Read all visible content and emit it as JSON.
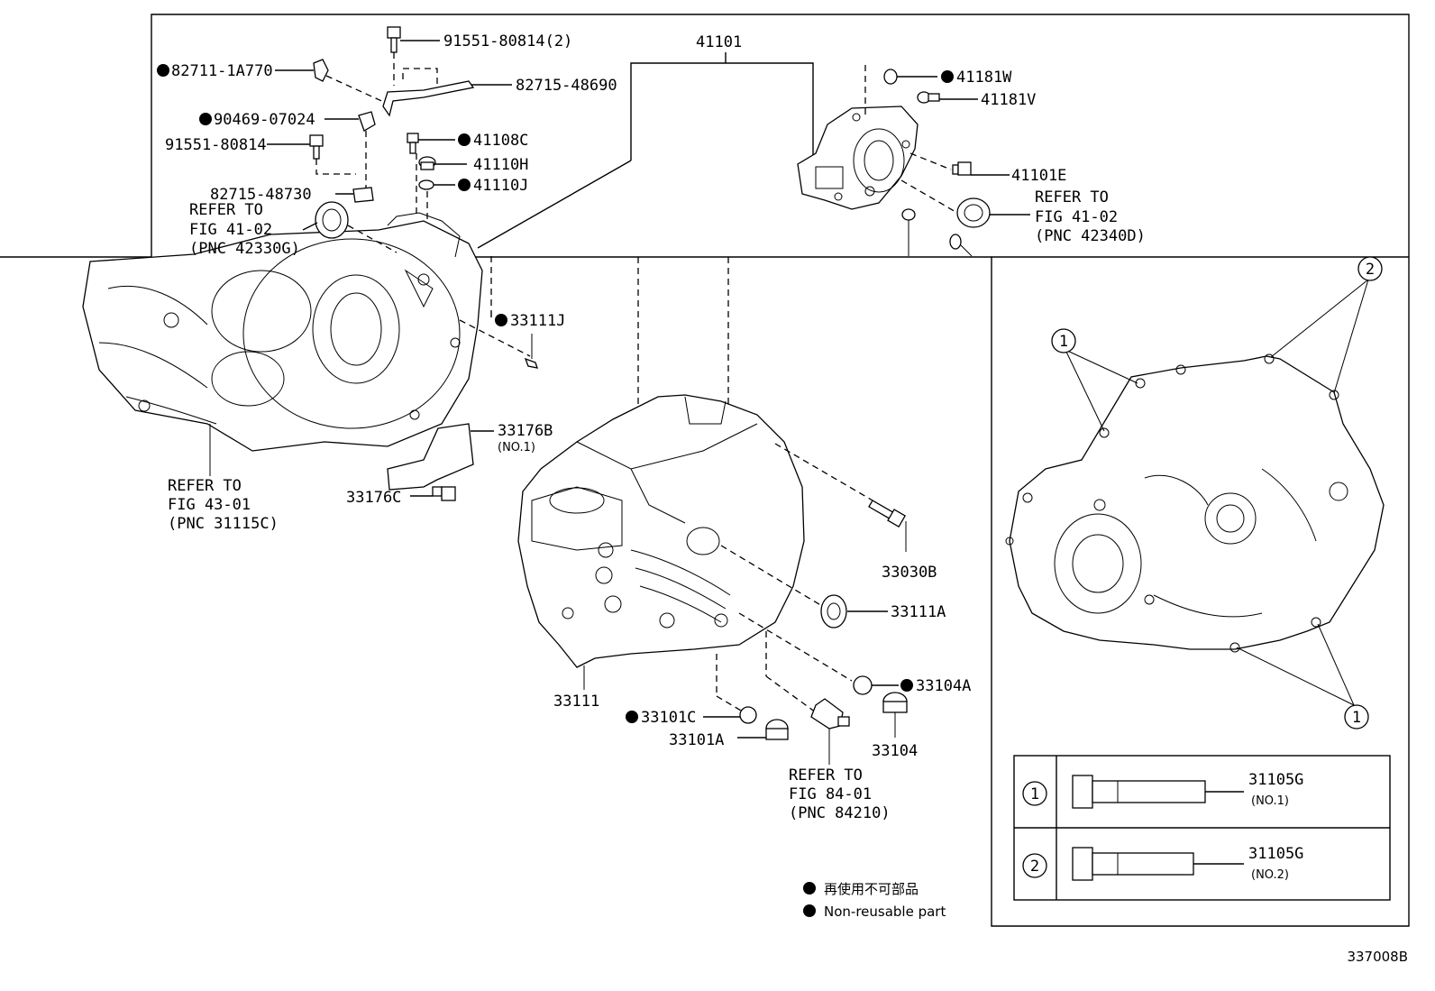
{
  "diagram_id": "337008B",
  "legend": {
    "japanese": "再使用不可部品",
    "english": "Non-reusable part"
  },
  "parts": {
    "p91551_80814_2": "91551-80814(2)",
    "p82711_1A770": "82711-1A770",
    "p82715_48690": "82715-48690",
    "p90469_07024": "90469-07024",
    "p91551_80814": "91551-80814",
    "p41108C": "41108C",
    "p41110H": "41110H",
    "p41110J": "41110J",
    "p82715_48730": "82715-48730",
    "p41101": "41101",
    "p41181W": "41181W",
    "p41181V": "41181V",
    "p41101E": "41101E",
    "p33111J": "33111J",
    "p33176B": "33176B",
    "p33176B_note": "(NO.1)",
    "p33176C": "33176C",
    "p33030B": "33030B",
    "p33111A": "33111A",
    "p33104A": "33104A",
    "p33111": "33111",
    "p33101C": "33101C",
    "p33101A": "33101A",
    "p33104": "33104"
  },
  "refs": {
    "ref_42330G": [
      "REFER TO",
      "FIG 41-02",
      "(PNC 42330G)"
    ],
    "ref_42340D": [
      "REFER TO",
      "FIG 41-02",
      "(PNC 42340D)"
    ],
    "ref_31115C": [
      "REFER TO",
      "FIG 43-01",
      "(PNC 31115C)"
    ],
    "ref_84210": [
      "REFER TO",
      "FIG 84-01",
      "(PNC 84210)"
    ]
  },
  "callouts": {
    "one": "1",
    "two": "2"
  },
  "bolt_table": {
    "rows": [
      {
        "marker": "1",
        "part": "31105G",
        "note": "(NO.1)"
      },
      {
        "marker": "2",
        "part": "31105G",
        "note": "(NO.2)"
      }
    ]
  },
  "colors": {
    "line": "#000000",
    "background": "#ffffff"
  }
}
